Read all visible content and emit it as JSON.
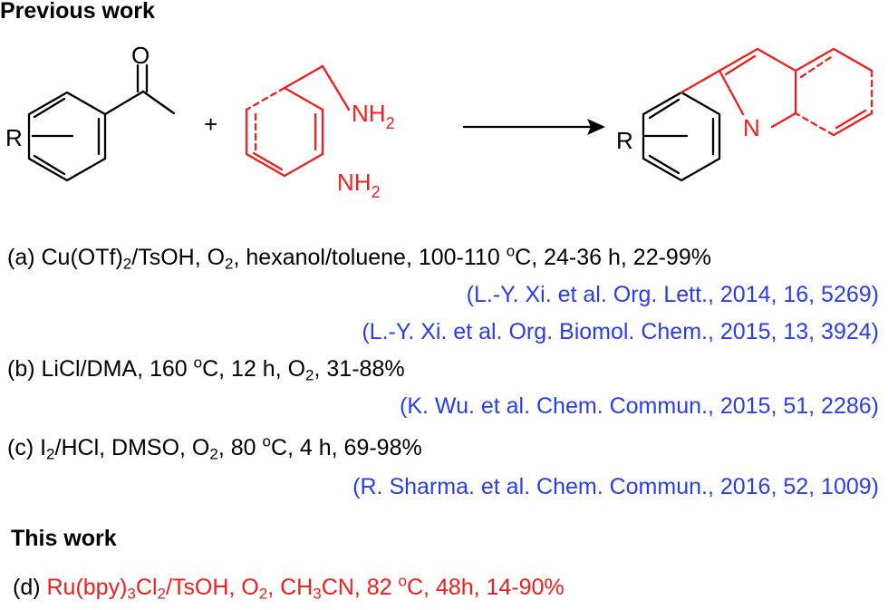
{
  "headers": {
    "previous": "Previous work",
    "this_work": "This work"
  },
  "scheme": {
    "ketone": {
      "r_group": "R",
      "oxygen": "O"
    },
    "plus": "+",
    "amine": {
      "nh2_top": "NH",
      "nh2_top_sub": "2",
      "nh2_bottom": "NH",
      "nh2_bottom_sub": "2"
    },
    "product": {
      "r_group": "R",
      "nitrogen": "N"
    }
  },
  "conditions": {
    "a": {
      "p1": "(a) Cu(OTf)",
      "s1": "2",
      "p2": "/TsOH, O",
      "s2": "2",
      "p3": ", hexanol/toluene, 100-110 ",
      "sup": "o",
      "p4": "C, 24-36 h, 22-99%"
    },
    "a_ref1": "(L.-Y. Xi. et al. Org. Lett., 2014, 16, 5269)",
    "a_ref2": "(L.-Y. Xi. et al. Org. Biomol. Chem., 2015, 13, 3924)",
    "b": {
      "p1": "(b) LiCl/DMA, 160 ",
      "sup": "o",
      "p2": "C, 12 h, O",
      "s1": "2",
      "p3": ", 31-88%"
    },
    "b_ref": "(K. Wu. et al. Chem. Commun., 2015, 51, 2286)",
    "c": {
      "p1": "(c) I",
      "s1": "2",
      "p2": "/HCl, DMSO, O",
      "s2": "2",
      "p3": ", 80 ",
      "sup": "o",
      "p4": "C, 4 h, 69-98%"
    },
    "c_ref": "(R. Sharma. et al. Chem. Commun., 2016, 52, 1009)",
    "d": {
      "label": "(d) ",
      "p1": "Ru(bpy)",
      "s1": "3",
      "p2": "Cl",
      "s2": "2",
      "p3": "/TsOH, O",
      "s3": "2",
      "p4": ", CH",
      "s4": "3",
      "p5": "CN, 82 ",
      "sup": "o",
      "p6": "C, 48h, 14-90%"
    }
  },
  "colors": {
    "reference": "#2a3cf0",
    "highlight": "#f01e1e",
    "text": "#000000"
  }
}
